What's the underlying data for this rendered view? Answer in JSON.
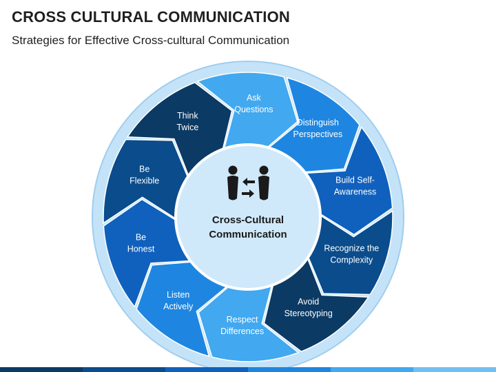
{
  "title": "CROSS CULTURAL COMMUNICATION",
  "subtitle": "Strategies for Effective Cross-cultural Communication",
  "center": {
    "icon": "people-exchange-icon",
    "label_lines": [
      "Cross-Cultural",
      "Communication"
    ]
  },
  "segments": [
    {
      "lines": [
        "Ask",
        "Questions"
      ],
      "color": "#42a8ef"
    },
    {
      "lines": [
        "Distinguish",
        "Perspectives"
      ],
      "color": "#1e86e0"
    },
    {
      "lines": [
        "Build Self-",
        "Awareness"
      ],
      "color": "#1061bd"
    },
    {
      "lines": [
        "Recognize the",
        "Complexity"
      ],
      "color": "#0a4c8c"
    },
    {
      "lines": [
        "Avoid",
        "Stereotyping"
      ],
      "color": "#0b3a64"
    },
    {
      "lines": [
        "Respect",
        "Differences"
      ],
      "color": "#42a8ef"
    },
    {
      "lines": [
        "Listen",
        "Actively"
      ],
      "color": "#1e86e0"
    },
    {
      "lines": [
        "Be",
        "Honest"
      ],
      "color": "#1061bd"
    },
    {
      "lines": [
        "Be",
        "Flexible"
      ],
      "color": "#0a4c8c"
    },
    {
      "lines": [
        "Think",
        "Twice"
      ],
      "color": "#0b3a64"
    }
  ],
  "colors": {
    "outer_ring": "#c4e3f8",
    "outer_ring_stroke": "#9fcdef",
    "center_fill": "#cfe9fb",
    "center_stroke": "#ffffff",
    "center_text": "#1a1a1a",
    "segment_text": "#ffffff"
  },
  "bottom_bar_colors": [
    "#0b3a64",
    "#0a4c8c",
    "#1061bd",
    "#1e86e0",
    "#42a8ef",
    "#6fc1f4"
  ]
}
